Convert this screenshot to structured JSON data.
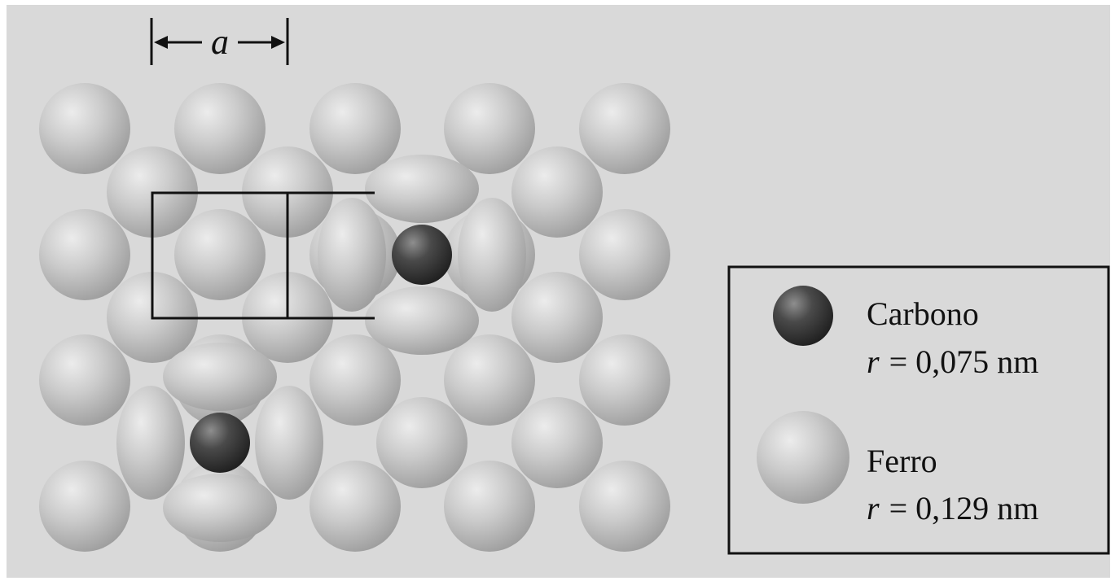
{
  "dimension": {
    "symbol": "a"
  },
  "legend": {
    "items": [
      {
        "name": "Carbono",
        "radius_var": "r",
        "radius_value": "= 0,075 nm",
        "atom": "carbon"
      },
      {
        "name": "Ferro",
        "radius_var": "r",
        "radius_value": "= 0,129 nm",
        "atom": "iron"
      }
    ]
  },
  "colors": {
    "background": "#d9d9d9",
    "iron": "#c2c2c2",
    "carbon": "#3c3c3c",
    "outline": "#111111"
  }
}
